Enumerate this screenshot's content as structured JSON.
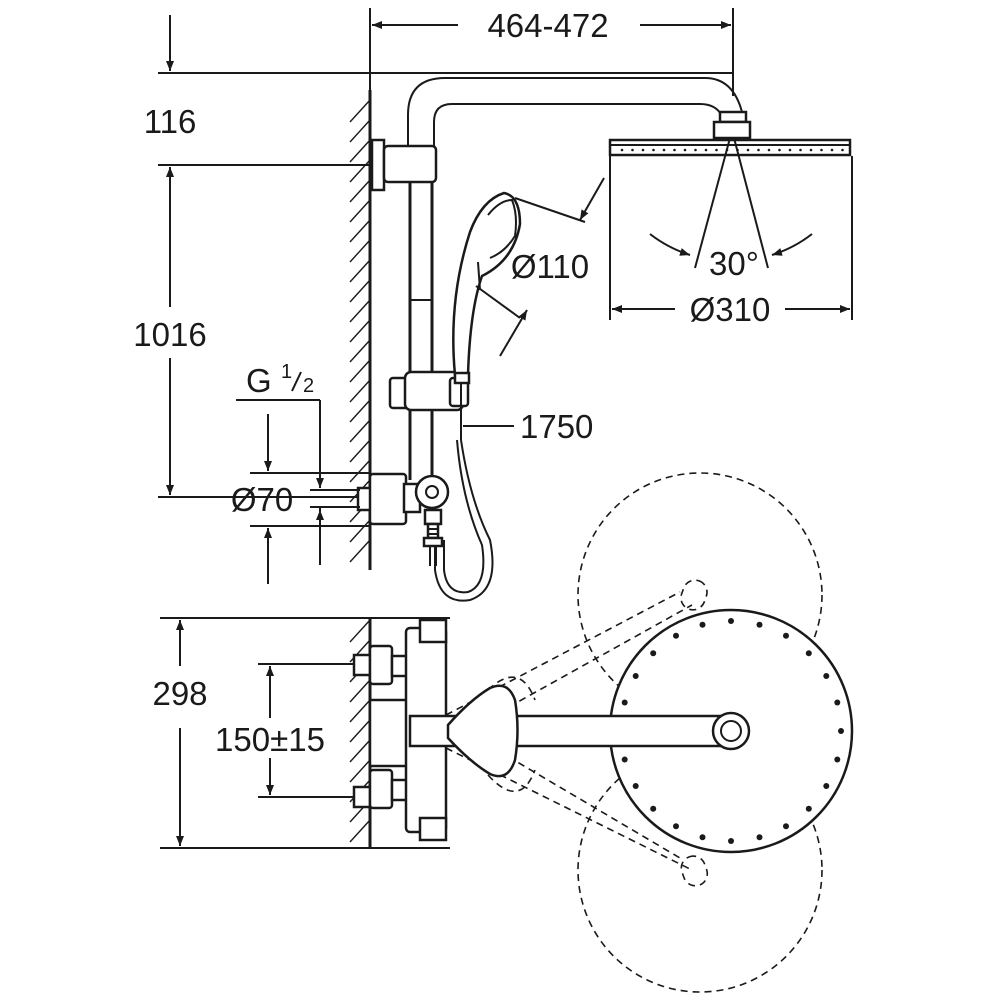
{
  "dimensions": {
    "width_top": "464-472",
    "arm_height": "116",
    "rail_height": "1016",
    "thread": "G",
    "thread_num": "1",
    "thread_den": "2",
    "inlet_dia": "Ø70",
    "handshower_dia": "Ø110",
    "hose_length": "1750",
    "angle": "30°",
    "headshower_dia": "Ø310",
    "mixer_depth": "298",
    "connection_spacing": "150±15"
  },
  "colors": {
    "line": "#1a1a1a",
    "background": "#ffffff"
  }
}
